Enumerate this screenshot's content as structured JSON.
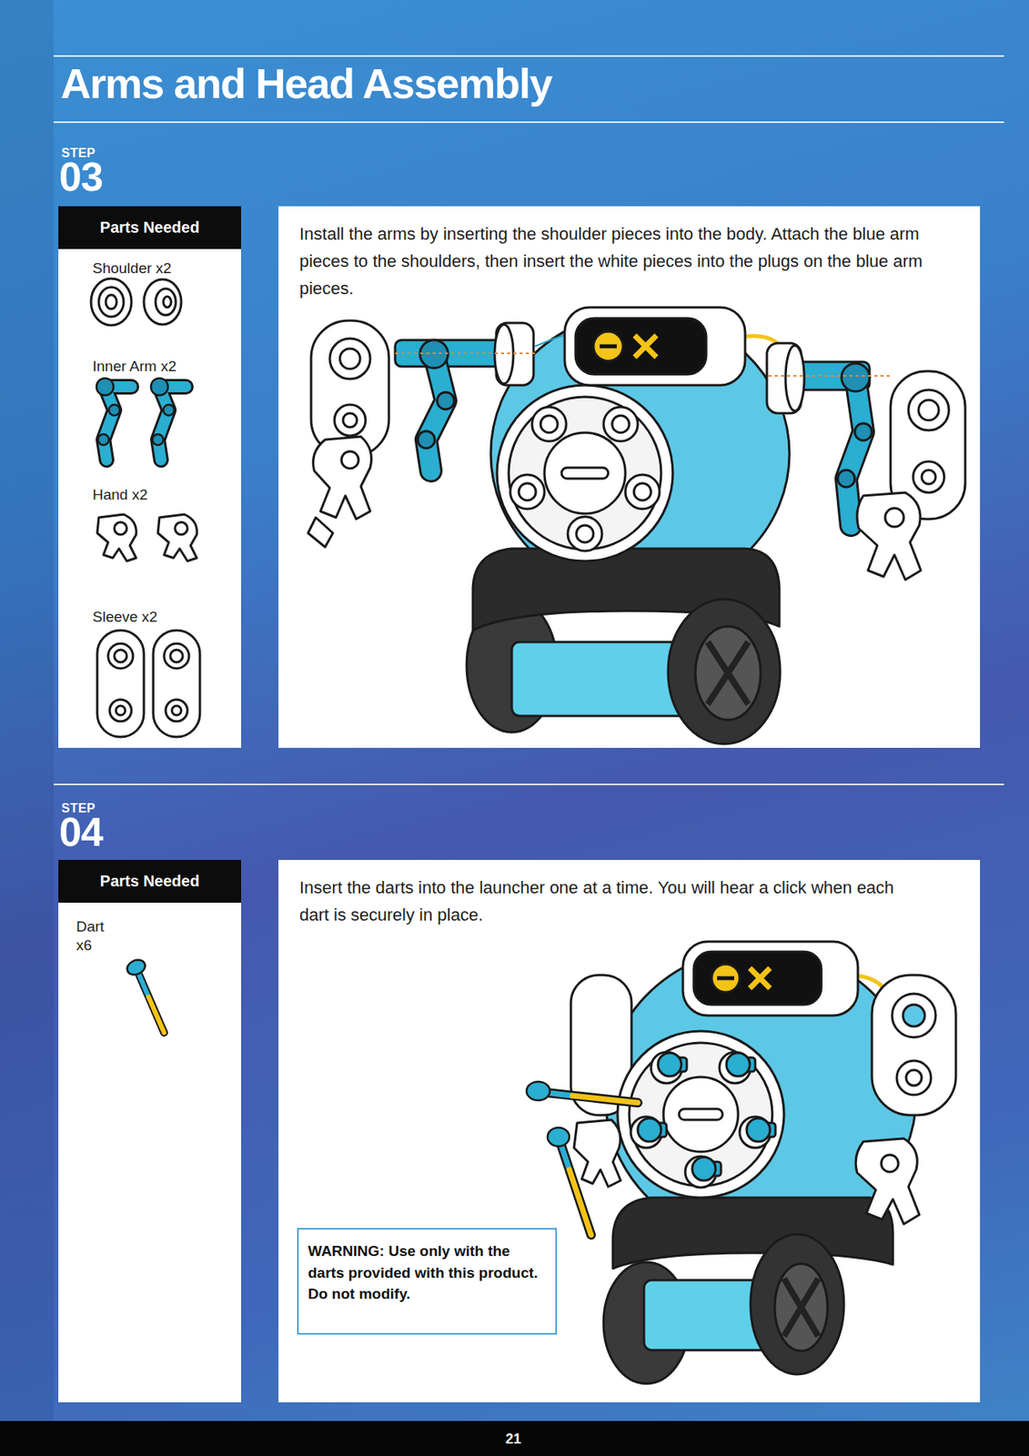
{
  "diagram": {
    "title": "Arms and Head Assembly",
    "nodes": [
      {
        "text": [
          "Parts Needed",
          "Shoulder x2",
          "Inner Arm x2",
          "Hand x2",
          "Sleeve x2"
        ]
      },
      {
        "text": [
          "Install the arms by inserting the shoulder pieces into the body. Attach the blue arm pieces to the shoulders, then insert the white pieces into the plugs on the blue arm pieces."
        ]
      },
      {
        "text": [
          "Parts Needed",
          "Dart x6"
        ]
      },
      {
        "text": [
          "Insert the darts into the launcher one at a time. You will hear a click when each dart is securely in place."
        ]
      },
      {
        "text": [
          "WARNING: Use only with the darts provided with this product. Do not modify."
        ],
        "in": 3
      }
    ],
    "labels": [
      "STEP",
      "03",
      "STEP",
      "04",
      "21"
    ]
  }
}
